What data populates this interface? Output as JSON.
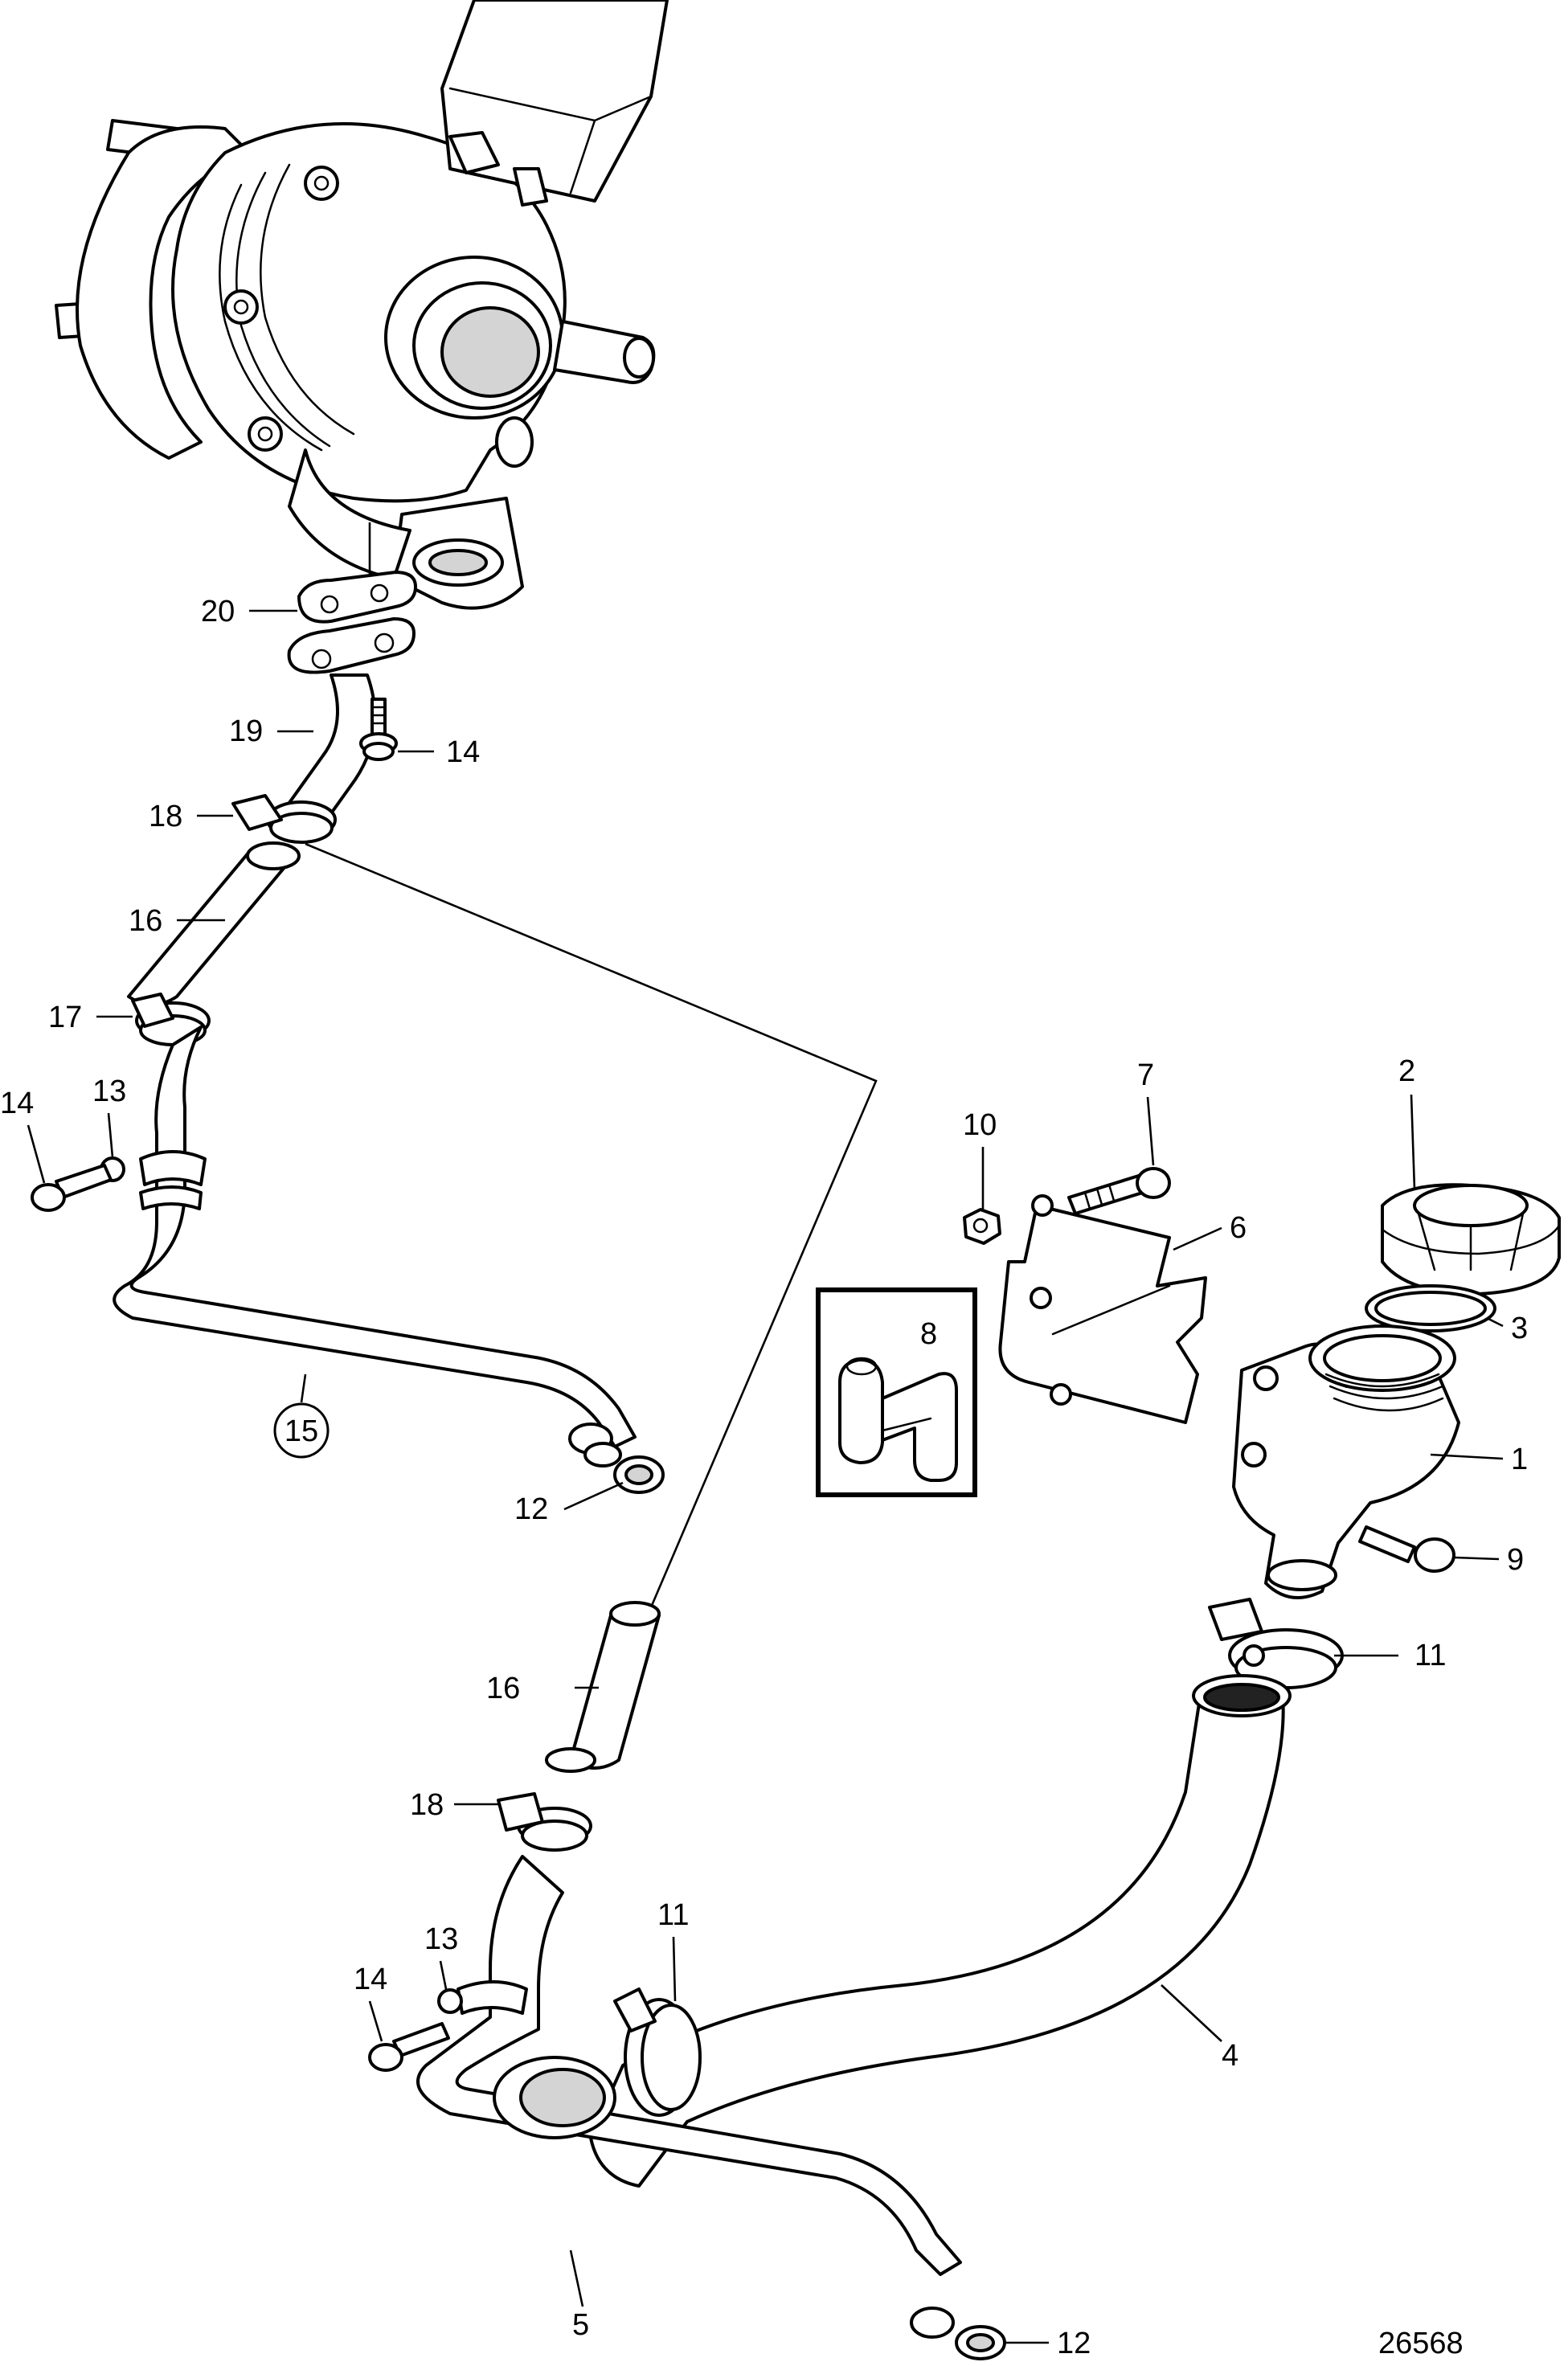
{
  "drawing_number": "26568",
  "callouts": [
    {
      "id": "c1",
      "text": "1"
    },
    {
      "id": "c2",
      "text": "2"
    },
    {
      "id": "c3",
      "text": "3"
    },
    {
      "id": "c4",
      "text": "4"
    },
    {
      "id": "c5",
      "text": "5"
    },
    {
      "id": "c6",
      "text": "6"
    },
    {
      "id": "c7",
      "text": "7"
    },
    {
      "id": "c8",
      "text": "8"
    },
    {
      "id": "c9",
      "text": "9"
    },
    {
      "id": "c10",
      "text": "10"
    },
    {
      "id": "c11a",
      "text": "11"
    },
    {
      "id": "c11b",
      "text": "11"
    },
    {
      "id": "c12a",
      "text": "12"
    },
    {
      "id": "c12b",
      "text": "12"
    },
    {
      "id": "c13a",
      "text": "13"
    },
    {
      "id": "c13b",
      "text": "13"
    },
    {
      "id": "c14a",
      "text": "14"
    },
    {
      "id": "c14b",
      "text": "14"
    },
    {
      "id": "c14c",
      "text": "14"
    },
    {
      "id": "c15",
      "text": "15"
    },
    {
      "id": "c16a",
      "text": "16"
    },
    {
      "id": "c16b",
      "text": "16"
    },
    {
      "id": "c17",
      "text": "17"
    },
    {
      "id": "c18a",
      "text": "18"
    },
    {
      "id": "c18b",
      "text": "18"
    },
    {
      "id": "c19",
      "text": "19"
    },
    {
      "id": "c20",
      "text": "20"
    }
  ]
}
